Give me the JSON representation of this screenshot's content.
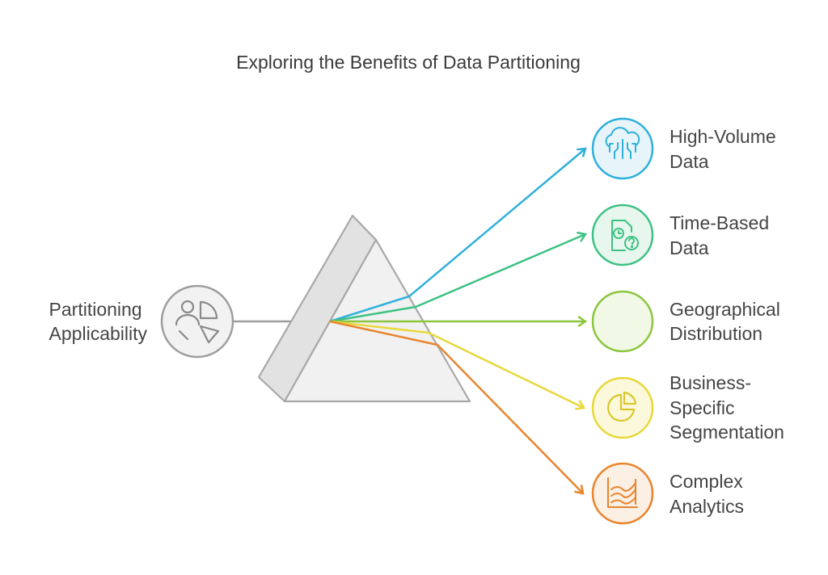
{
  "title": "Exploring the Benefits of Data Partitioning",
  "source": {
    "label_lines": [
      "Partitioning",
      "Applicability"
    ],
    "icon": "people-pie-chart-icon",
    "color": "#9e9e9e"
  },
  "outputs": [
    {
      "id": "high-volume-data",
      "label_lines": [
        "High-Volume",
        "Data"
      ],
      "icon": "cloud-circuit-icon",
      "color": "#2fb0dc",
      "fill": "#e7f5fb"
    },
    {
      "id": "time-based-data",
      "label_lines": [
        "Time-Based",
        "Data"
      ],
      "icon": "document-clock-question-icon",
      "color": "#3fc184",
      "fill": "#e8f7ee"
    },
    {
      "id": "geographical-distribution",
      "label_lines": [
        "Geographical",
        "Distribution"
      ],
      "icon": "globe-icon",
      "color": "#8cc63f",
      "fill": "#f1f8e6"
    },
    {
      "id": "business-specific-segmentation",
      "label_lines": [
        "Business-",
        "Specific",
        "Segmentation"
      ],
      "icon": "pie-chart-icon",
      "color": "#e8d83a",
      "fill": "#fbf8dc"
    },
    {
      "id": "complex-analytics",
      "label_lines": [
        "Complex",
        "Analytics"
      ],
      "icon": "line-chart-icon",
      "color": "#e8852e",
      "fill": "#fcefe3"
    }
  ]
}
